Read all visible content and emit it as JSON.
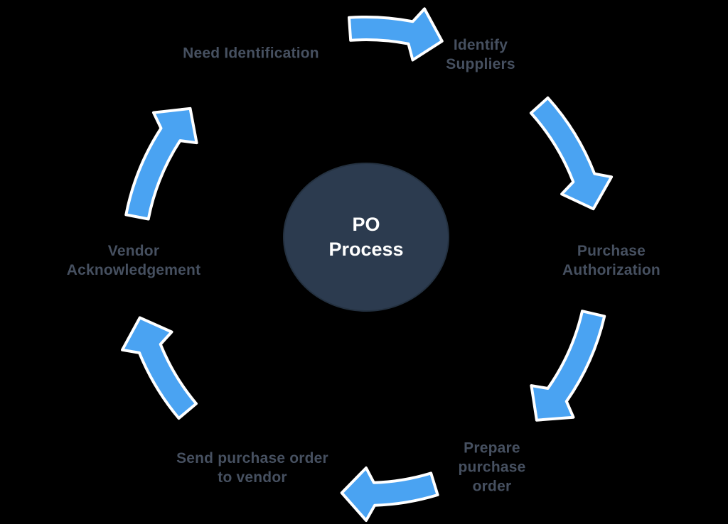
{
  "diagram": {
    "type": "circular-process-cycle",
    "background_color": "#000000"
  },
  "center": {
    "label": "PO\nProcess",
    "fill": "#2C3B4F",
    "text_color": "#FFFFFF"
  },
  "label_color": "#465060",
  "arrow": {
    "fill": "#4AA3F2",
    "outline": "#FFFFFF"
  },
  "steps": [
    {
      "id": "need-identification",
      "label": "Need Identification"
    },
    {
      "id": "identify-suppliers",
      "label": "Identify\nSuppliers"
    },
    {
      "id": "purchase-authorization",
      "label": "Purchase\nAuthorization"
    },
    {
      "id": "prepare-purchase-order",
      "label": "Prepare\npurchase\norder"
    },
    {
      "id": "send-purchase-order-to-vendor",
      "label": "Send purchase order\nto vendor"
    },
    {
      "id": "vendor-acknowledgement",
      "label": "Vendor\nAcknowledgement"
    }
  ]
}
